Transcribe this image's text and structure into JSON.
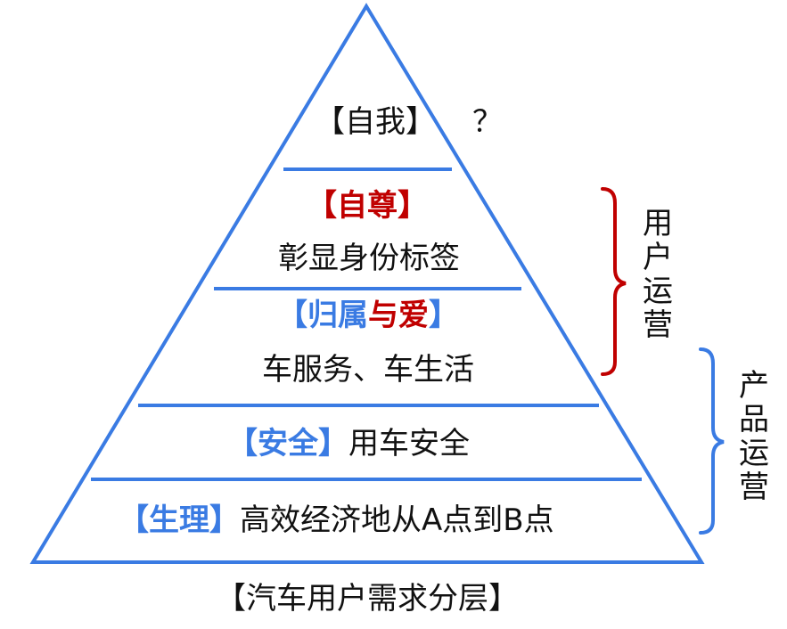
{
  "colors": {
    "pyramid_stroke": "#3a7be3",
    "bracket_user": "#c00000",
    "bracket_product": "#3a7be3",
    "accent_blue": "#3a7be3",
    "accent_red": "#c00000",
    "text": "#111111"
  },
  "levels": {
    "self": {
      "tag": "【自我】",
      "extra": "？"
    },
    "esteem": {
      "tag": "【自尊】",
      "desc": "彰显身份标签"
    },
    "belonging": {
      "bracket_open": "【",
      "part1": "归属",
      "part2": "与爱",
      "bracket_close": "】",
      "desc": "车服务、车生活"
    },
    "safety": {
      "tag": "【安全】",
      "desc": "用车安全"
    },
    "physio": {
      "tag": "【生理】",
      "desc": "高效经济地从A点到B点"
    }
  },
  "side": {
    "user_ops": "用户运营",
    "product_ops": "产品运营"
  },
  "caption": "【汽车用户需求分层】"
}
